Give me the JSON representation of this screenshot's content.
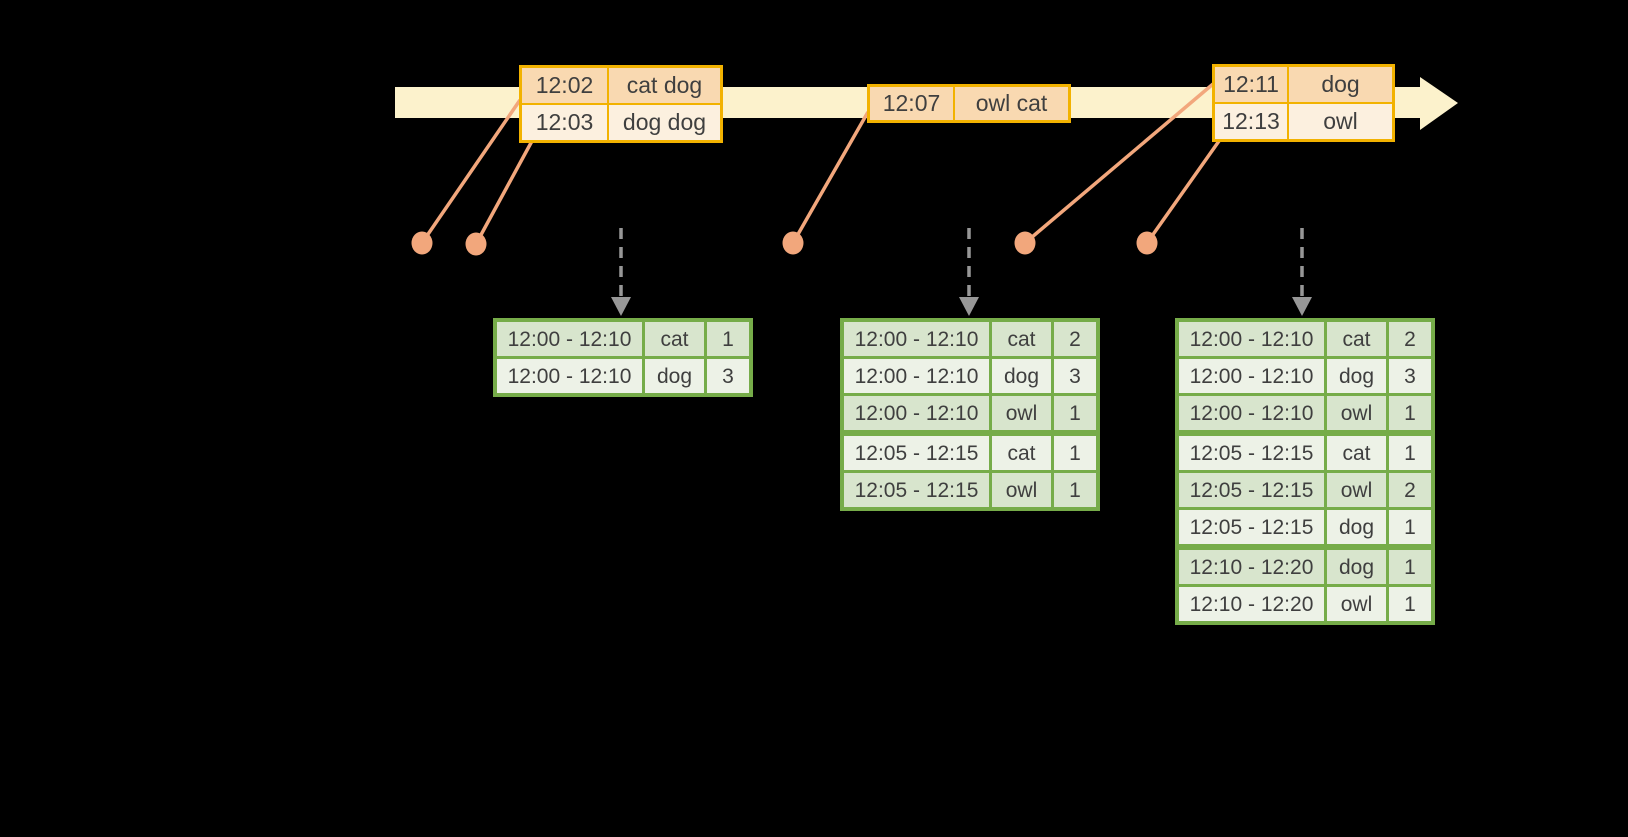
{
  "colors": {
    "background": "#000000",
    "timeline_fill": "#FCF2CC",
    "event_border": "#F2B200",
    "event_row_dark": "#F9D9B1",
    "event_row_light": "#FCF0DF",
    "connector": "#F2A77C",
    "dashed_arrow": "#979797",
    "result_border": "#76AC49",
    "result_row_dark": "#D8E5CD",
    "result_row_light": "#EDF2E7",
    "text": "#3F3F3F"
  },
  "event_tables": [
    {
      "rows": [
        {
          "time": "12:02",
          "words": "cat dog"
        },
        {
          "time": "12:03",
          "words": "dog dog"
        }
      ]
    },
    {
      "rows": [
        {
          "time": "12:07",
          "words": "owl cat"
        }
      ]
    },
    {
      "rows": [
        {
          "time": "12:11",
          "words": "dog"
        },
        {
          "time": "12:13",
          "words": "owl"
        }
      ]
    }
  ],
  "result_tables": [
    {
      "rows": [
        {
          "window": "12:00 - 12:10",
          "word": "cat",
          "count": "1"
        },
        {
          "window": "12:00 - 12:10",
          "word": "dog",
          "count": "3"
        }
      ]
    },
    {
      "rows": [
        {
          "window": "12:00 - 12:10",
          "word": "cat",
          "count": "2"
        },
        {
          "window": "12:00 - 12:10",
          "word": "dog",
          "count": "3"
        },
        {
          "window": "12:00 - 12:10",
          "word": "owl",
          "count": "1"
        },
        {
          "window": "12:05 - 12:15",
          "word": "cat",
          "count": "1"
        },
        {
          "window": "12:05 - 12:15",
          "word": "owl",
          "count": "1"
        }
      ]
    },
    {
      "rows": [
        {
          "window": "12:00 - 12:10",
          "word": "cat",
          "count": "2"
        },
        {
          "window": "12:00 - 12:10",
          "word": "dog",
          "count": "3"
        },
        {
          "window": "12:00 - 12:10",
          "word": "owl",
          "count": "1"
        },
        {
          "window": "12:05 - 12:15",
          "word": "cat",
          "count": "1"
        },
        {
          "window": "12:05 - 12:15",
          "word": "owl",
          "count": "2"
        },
        {
          "window": "12:05 - 12:15",
          "word": "dog",
          "count": "1"
        },
        {
          "window": "12:10 - 12:20",
          "word": "dog",
          "count": "1"
        },
        {
          "window": "12:10 - 12:20",
          "word": "owl",
          "count": "1"
        }
      ]
    }
  ]
}
